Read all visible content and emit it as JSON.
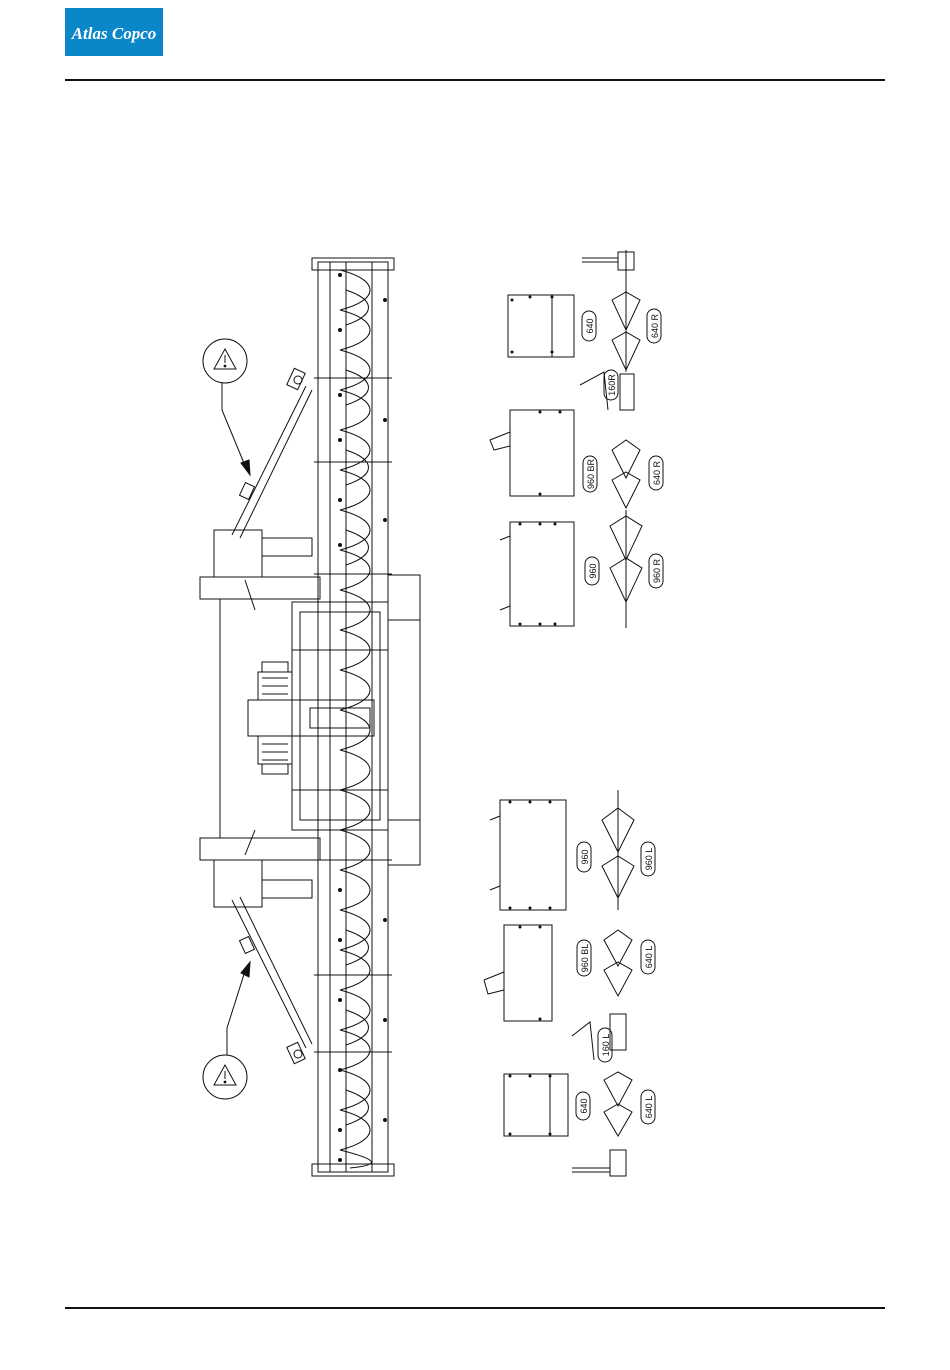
{
  "header": {
    "logo_text": "Atlas Copco",
    "brand_color": "#0b86c9"
  },
  "drawing": {
    "warning_icon": "warning-triangle-icon",
    "labels_right": {
      "a": "640",
      "b": "640 R",
      "c": "160R",
      "d": "960 BR",
      "e": "640 R",
      "f": "960",
      "g": "960 R"
    },
    "labels_left": {
      "a": "960",
      "b": "960 L",
      "c": "960 BL",
      "d": "640 L",
      "e": "160 L",
      "f": "640",
      "g": "640 L"
    }
  }
}
